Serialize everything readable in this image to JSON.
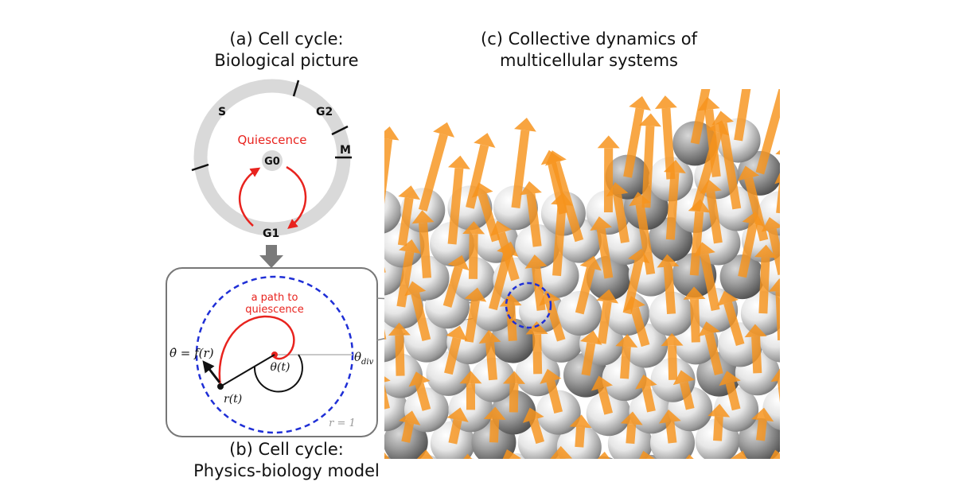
{
  "panel_a": {
    "title_line1": "(a) Cell cycle:",
    "title_line2": "Biological picture",
    "phases": {
      "s": "S",
      "g2": "G2",
      "m": "M",
      "g1": "G1",
      "g0": "G0"
    },
    "quiescence_label": "Quiescence"
  },
  "panel_b": {
    "title_line1": "(b) Cell cycle:",
    "title_line2": "Physics-biology model",
    "path_label_line1": "a path to",
    "path_label_line2": "quiescence",
    "equation": "θ̇ = f(r)",
    "theta_label": "θ(t)",
    "theta_div_label": "θdiv",
    "r_label": "r(t)",
    "boundary_label": "r = 1"
  },
  "panel_c": {
    "title_line1": "(c) Collective dynamics of",
    "title_line2": "multicellular systems"
  },
  "colors": {
    "ring": "#d9d9d9",
    "red": "#e8231e",
    "blue_dashed": "#1f2fd6",
    "arrow_orange": "#f7941d",
    "gray_arrow": "#7a7a7a"
  }
}
